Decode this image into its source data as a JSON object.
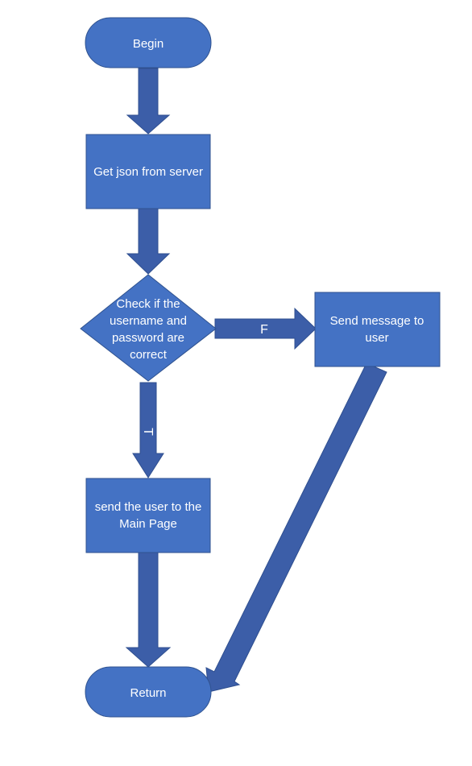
{
  "colors": {
    "node_fill": "#4472c4",
    "node_stroke": "#2f528f",
    "arrow_fill": "#3c5ea8",
    "arrow_stroke": "#2f4f8f",
    "text": "#ffffff"
  },
  "nodes": {
    "begin": {
      "line1": "Begin"
    },
    "get_json": {
      "line1": "Get json from server"
    },
    "check": {
      "line1": "Check if the",
      "line2": "username and",
      "line3": "password are",
      "line4": "correct"
    },
    "send_message": {
      "line1": "Send message to",
      "line2": "user"
    },
    "main_page": {
      "line1": "send the user to the",
      "line2": "Main Page"
    },
    "return": {
      "line1": "Return"
    }
  },
  "edges": {
    "false_label": "F",
    "true_label": "T"
  }
}
